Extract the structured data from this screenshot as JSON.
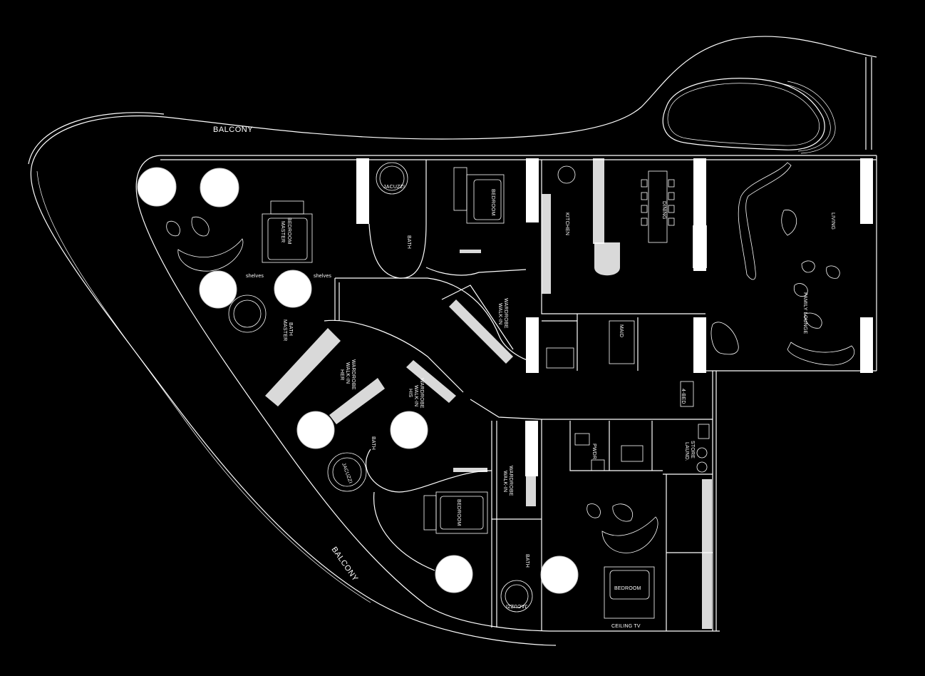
{
  "plan": {
    "labels": {
      "balcony_top": "BALCONY",
      "balcony_bottom": "BALCONY",
      "jacuzzi_1": "JACUZZI",
      "bath_1": "BATH",
      "bedroom_1": "BEDROOM",
      "master_bedroom_line1": "MASTER",
      "master_bedroom_line2": "BEDROOM",
      "shelves_1": "shelves",
      "shelves_2": "shelves",
      "master_bath_line1": "MASTER",
      "master_bath_line2": "BATH",
      "kitchen": "KITCHEN",
      "dining": "DINING",
      "living": "LIVING",
      "family_lounge": "FAMILY LOUNGE",
      "walkin_1_line1": "WALK-IN",
      "walkin_1_line2": "WARDROBE",
      "maid": "MAID",
      "her_wardrobe_line1": "HER",
      "her_wardrobe_line2": "WALK-IN",
      "her_wardrobe_line3": "WARDROBE",
      "his_wardrobe_line1": "HIS",
      "his_wardrobe_line2": "WALK-IN",
      "his_wardrobe_line3": "WARDROBE",
      "bath_2": "BATH",
      "jacuzzi_2": "JACUZZI",
      "walkin_2_line1": "WALK-IN",
      "walkin_2_line2": "WARDROBE",
      "bedroom_2": "BEDROOM",
      "bath_3": "BATH",
      "jacuzzi_3": "JACUZZI",
      "powder": "PWDR",
      "laund_store_line1": "LAUND.",
      "laund_store_line2": "STORE",
      "bed_tag": "4-BED",
      "bedroom_3": "BEDROOM",
      "ceiling_tv": "CEILING TV"
    }
  }
}
